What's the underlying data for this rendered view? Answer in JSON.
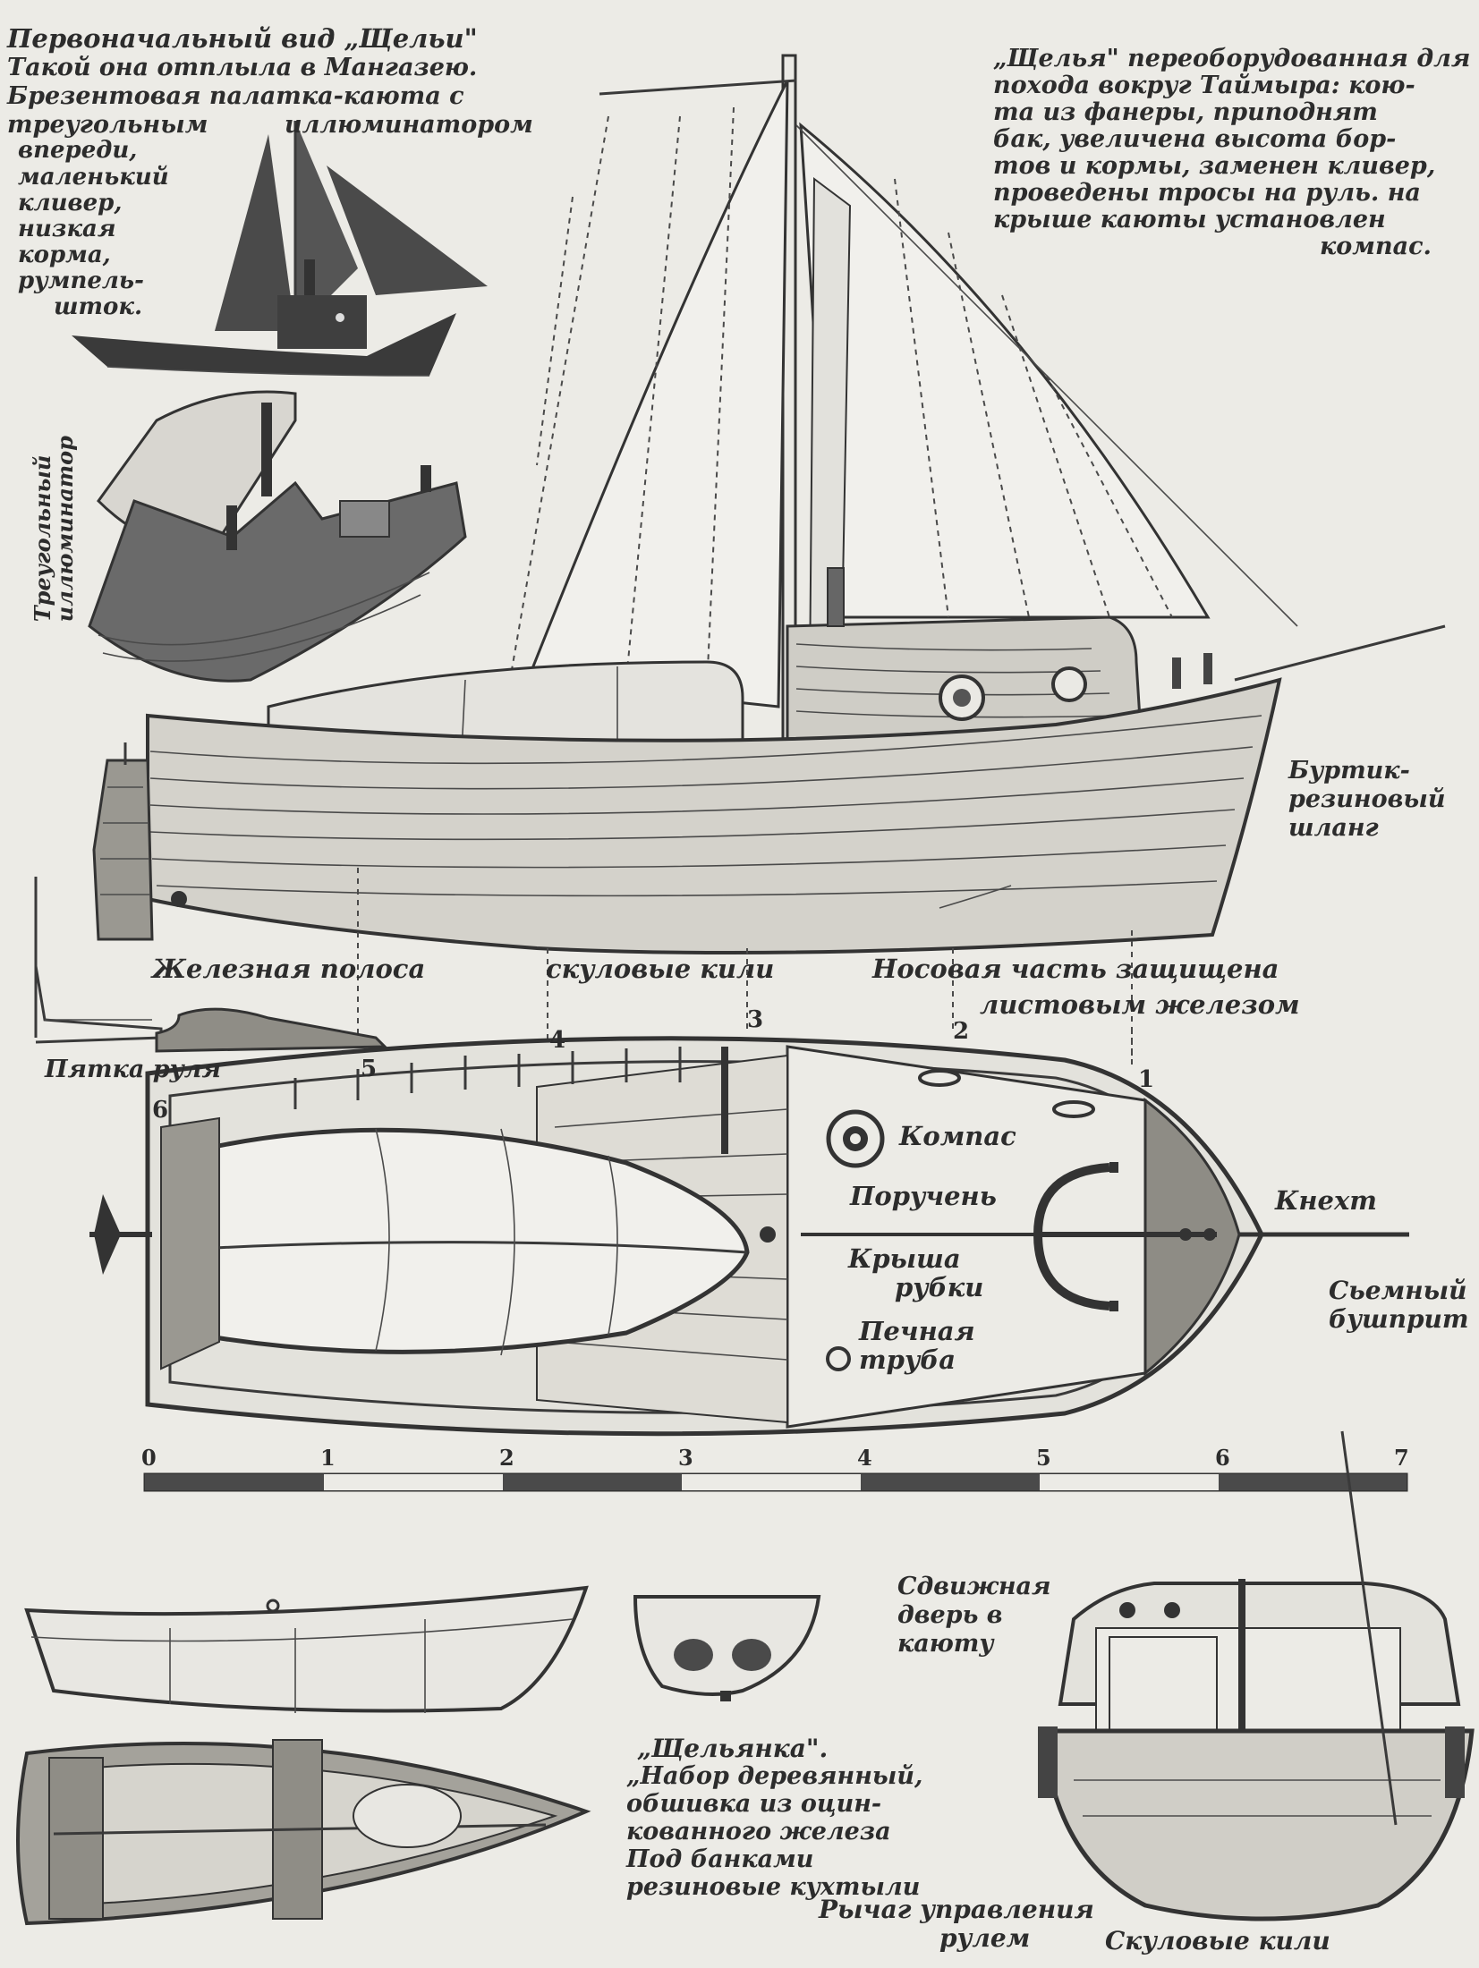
{
  "texts": {
    "orig_title": "Первоначальный вид „Щельи\"",
    "orig_l1": "Такой она отплыла в Мангазею.",
    "orig_l2": "Брезентовая палатка-каюта с",
    "orig_l3a": "треугольным",
    "orig_l3b": "иллюминатором",
    "orig_l4": "впереди,",
    "orig_l5": "маленький",
    "orig_l6": "кливер,",
    "orig_l7": "низкая",
    "orig_l8": "корма,",
    "orig_l9": "румпель-",
    "orig_l10": "шток.",
    "mod_l1": "„Щелья\" переоборудованная для",
    "mod_l2": "похода вокруг Таймыра: кою-",
    "mod_l3": "та из фанеры, приподнят",
    "mod_l4": "бак, увеличена высота бор-",
    "mod_l5": "тов и кормы, заменен кливер,",
    "mod_l6": "проведены тросы на руль. на",
    "mod_l7": "крыше каюты установлен",
    "mod_l8": "компас.",
    "tri_port_1": "Треугольный",
    "tri_port_2": "иллюминатор",
    "bortik_1": "Буртик-",
    "bortik_2": "резиновый",
    "bortik_3": "шланг",
    "iron_strip": "Железная полоса",
    "bilge_keels": "скуловые кили",
    "bow_1": "Носовая часть защищена",
    "bow_2": "листовым железом",
    "rudder_heel": "Пятка руля",
    "compass": "Компас",
    "handrail": "Поручень",
    "roof_1": "Крыша",
    "roof_2": "рубки",
    "stove_1": "Печная",
    "stove_2": "труба",
    "bitt": "Кнехт",
    "bowsprit_1": "Сьемный",
    "bowsprit_2": "бушприт",
    "door_1": "Сдвижная",
    "door_2": "дверь в",
    "door_3": "каюту",
    "dinghy_title": "„Щельянка\".",
    "dinghy_l1": "„Набор деревянный,",
    "dinghy_l2": "обшивка из оцин-",
    "dinghy_l3": "кованного железа",
    "dinghy_l4": "Под банками",
    "dinghy_l5": "резиновые кухтыли",
    "lever_1": "Рычаг управления",
    "lever_2": "рулем",
    "bilge_keels2": "Скуловые кили"
  },
  "section_marks": [
    "1",
    "2",
    "3",
    "4",
    "5",
    "6"
  ],
  "scale": {
    "ticks": [
      "0",
      "1",
      "2",
      "3",
      "4",
      "5",
      "6",
      "7"
    ]
  }
}
